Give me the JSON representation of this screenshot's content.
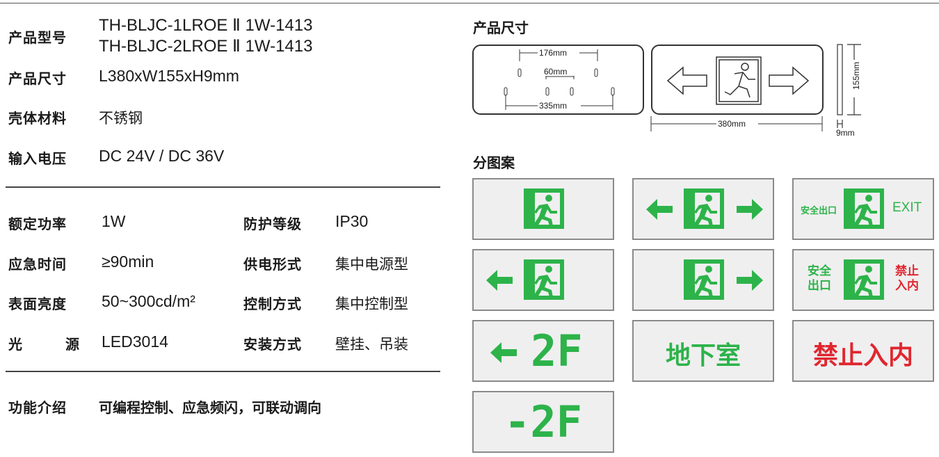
{
  "specs": {
    "model": {
      "label": "产品型号",
      "lines": [
        "TH-BLJC-1LROE Ⅱ 1W-1413",
        "TH-BLJC-2LROE Ⅱ 1W-1413"
      ]
    },
    "size": {
      "label": "产品尺寸",
      "value": "L380xW155xH9mm"
    },
    "material": {
      "label": "壳体材料",
      "value": "不锈钢"
    },
    "voltage": {
      "label": "输入电压",
      "value": "DC 24V / DC 36V"
    },
    "power": {
      "label": "额定功率",
      "value": "1W"
    },
    "protection": {
      "label": "防护等级",
      "value": "IP30"
    },
    "emergency_time": {
      "label": "应急时间",
      "value": "≥90min"
    },
    "supply": {
      "label": "供电形式",
      "value": "集中电源型"
    },
    "brightness": {
      "label": "表面亮度",
      "value": "50~300cd/m²"
    },
    "control": {
      "label": "控制方式",
      "value": "集中控制型"
    },
    "light_source": {
      "label_a": "光",
      "label_b": "源",
      "value": "LED3014"
    },
    "install": {
      "label": "安装方式",
      "value": "壁挂、吊装"
    },
    "function": {
      "label": "功能介绍",
      "value": "可编程控制、应急频闪，可联动调向"
    }
  },
  "dimensions": {
    "title": "产品尺寸",
    "d176": "176mm",
    "d60": "60mm",
    "d335": "335mm",
    "d380": "380mm",
    "d155": "155mm",
    "d9": "9mm"
  },
  "patterns": {
    "title": "分图案",
    "safe_exit_small": "安全出口",
    "exit": "EXIT",
    "safe_a": "安全",
    "safe_b": "出口",
    "forbid_a": "禁止",
    "forbid_b": "入内",
    "floor_2f": "2F",
    "floor_neg2f": "-2F",
    "basement": "地下室",
    "no_entry": "禁止入内"
  },
  "colors": {
    "green": "#2db34a",
    "red": "#e0262f"
  }
}
